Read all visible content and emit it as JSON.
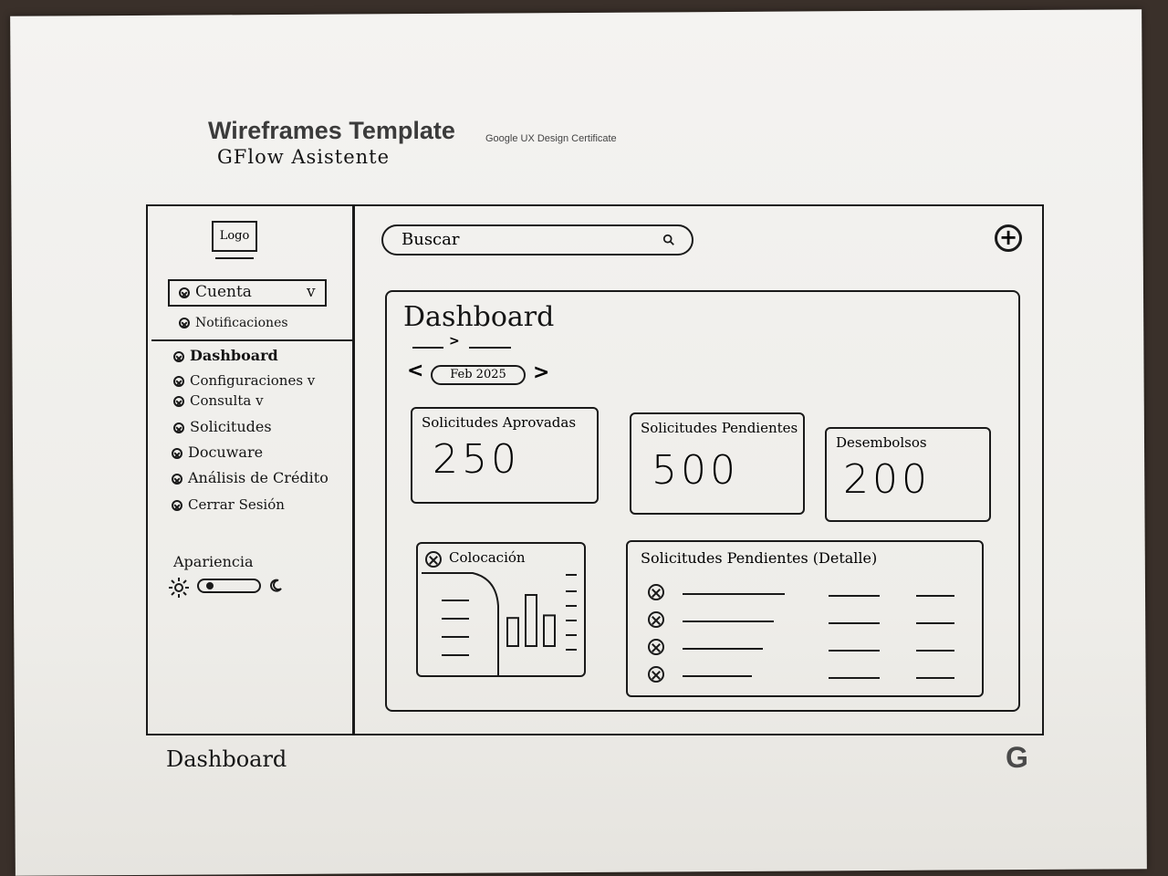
{
  "header": {
    "title": "Wireframes Template",
    "subtitle": "Google UX Design Certificate",
    "project": "GFlow Asistente"
  },
  "sidebar": {
    "logo": "Logo",
    "account": {
      "label": "Cuenta",
      "chevron": "v"
    },
    "notifications": "Notificaciones",
    "items": [
      {
        "label": "Dashboard"
      },
      {
        "label": "Configuraciones v"
      },
      {
        "label": "Consulta v"
      },
      {
        "label": "Solicitudes"
      },
      {
        "label": "Docuware"
      },
      {
        "label": "Análisis de Crédito"
      },
      {
        "label": "Cerrar Sesión"
      }
    ],
    "appearance": {
      "label": "Apariencia",
      "sun_icon": "sun-icon",
      "moon_icon": "moon-icon"
    }
  },
  "topbar": {
    "search_placeholder": "Buscar",
    "add_icon": "plus-circle-icon"
  },
  "dashboard": {
    "title": "Dashboard",
    "date": "Feb 2025",
    "cards": [
      {
        "title": "Solicitudes Aprovadas",
        "value": "250"
      },
      {
        "title": "Solicitudes Pendientes",
        "value": "500"
      },
      {
        "title": "Desembolsos",
        "value": "200"
      }
    ],
    "colocacion": {
      "title": "Colocación",
      "bars": [
        0.55,
        1.0,
        0.6
      ]
    },
    "detail": {
      "title": "Solicitudes Pendientes (Detalle)",
      "rows": 4
    }
  },
  "footer": {
    "caption": "Dashboard",
    "brand_icon": "google-g-icon"
  }
}
